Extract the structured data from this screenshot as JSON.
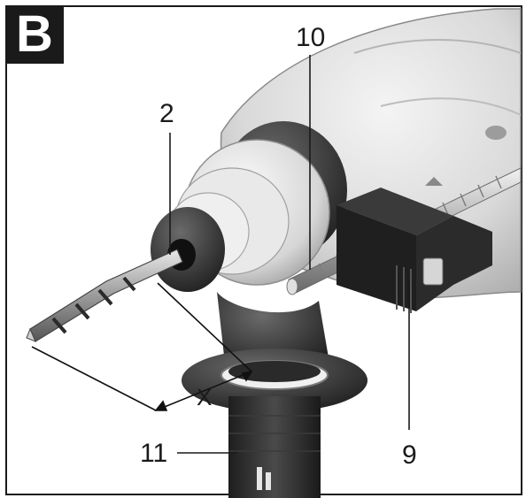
{
  "figure": {
    "panel_letter": "B",
    "callouts": {
      "label_2": "2",
      "label_10": "10",
      "label_9": "9",
      "label_11": "11",
      "label_x": "X"
    }
  }
}
